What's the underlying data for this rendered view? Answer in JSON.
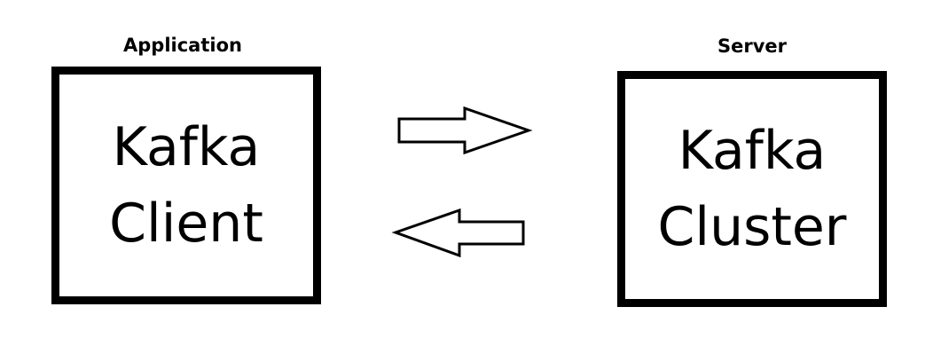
{
  "client": {
    "heading": "Application",
    "lines": [
      "Kafka",
      "Client"
    ]
  },
  "cluster": {
    "heading": "Server",
    "lines": [
      "Kafka",
      "Cluster"
    ]
  },
  "arrows": [
    {
      "direction": "right",
      "meaning": "client-to-cluster"
    },
    {
      "direction": "left",
      "meaning": "cluster-to-client"
    }
  ],
  "colors": {
    "stroke": "#000000",
    "background": "#ffffff"
  }
}
